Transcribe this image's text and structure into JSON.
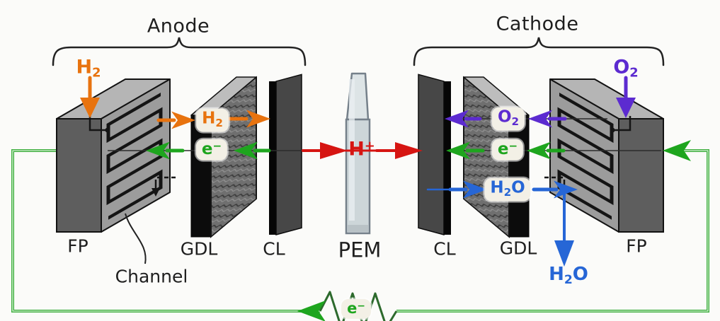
{
  "figure": {
    "anode_title": "Anode",
    "cathode_title": "Cathode",
    "layer_labels": {
      "fp_anode": "FP",
      "gdl_anode": "GDL",
      "channel": "Channel",
      "cl_anode": "CL",
      "pem": "PEM",
      "cl_cathode": "CL",
      "gdl_cathode": "GDL",
      "fp_cathode": "FP"
    },
    "flows": {
      "h2_inlet": {
        "base": "H",
        "sub": "2"
      },
      "h2_in_gdl": {
        "base": "H",
        "sub": "2"
      },
      "electron_anode": {
        "base": "e",
        "sup": "−"
      },
      "proton": {
        "base": "H",
        "sup": "+"
      },
      "o2_inlet": {
        "base": "O",
        "sub": "2"
      },
      "o2_in_gdl": {
        "base": "O",
        "sub": "2"
      },
      "electron_cathode": {
        "base": "e",
        "sup": "−"
      },
      "water_in_gdl": {
        "base": "H",
        "sub": "2",
        "post": "O"
      },
      "water_outlet": {
        "base": "H",
        "sub": "2",
        "post": "O"
      },
      "electron_circuit": {
        "base": "e",
        "sup": "−"
      }
    },
    "colors": {
      "hydrogen": "#e8730f",
      "oxygen": "#5c2bd0",
      "electron": "#1ea51e",
      "proton": "#d61512",
      "water": "#2666d6",
      "wire": "#3fae3f",
      "ink": "#1f1f1f"
    }
  }
}
